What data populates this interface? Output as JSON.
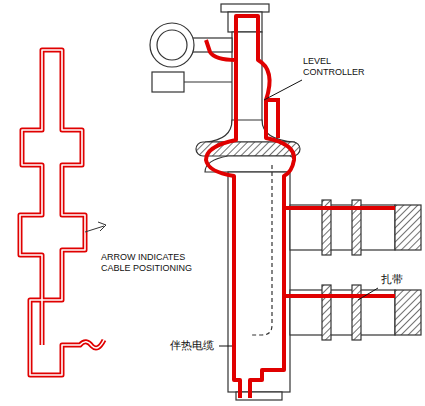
{
  "diagram": {
    "labels": [
      "LEVEL CONTROLLER",
      "ARROW INDICATES CABLE POSITIONING",
      "扎带",
      "伴热电缆"
    ]
  }
}
